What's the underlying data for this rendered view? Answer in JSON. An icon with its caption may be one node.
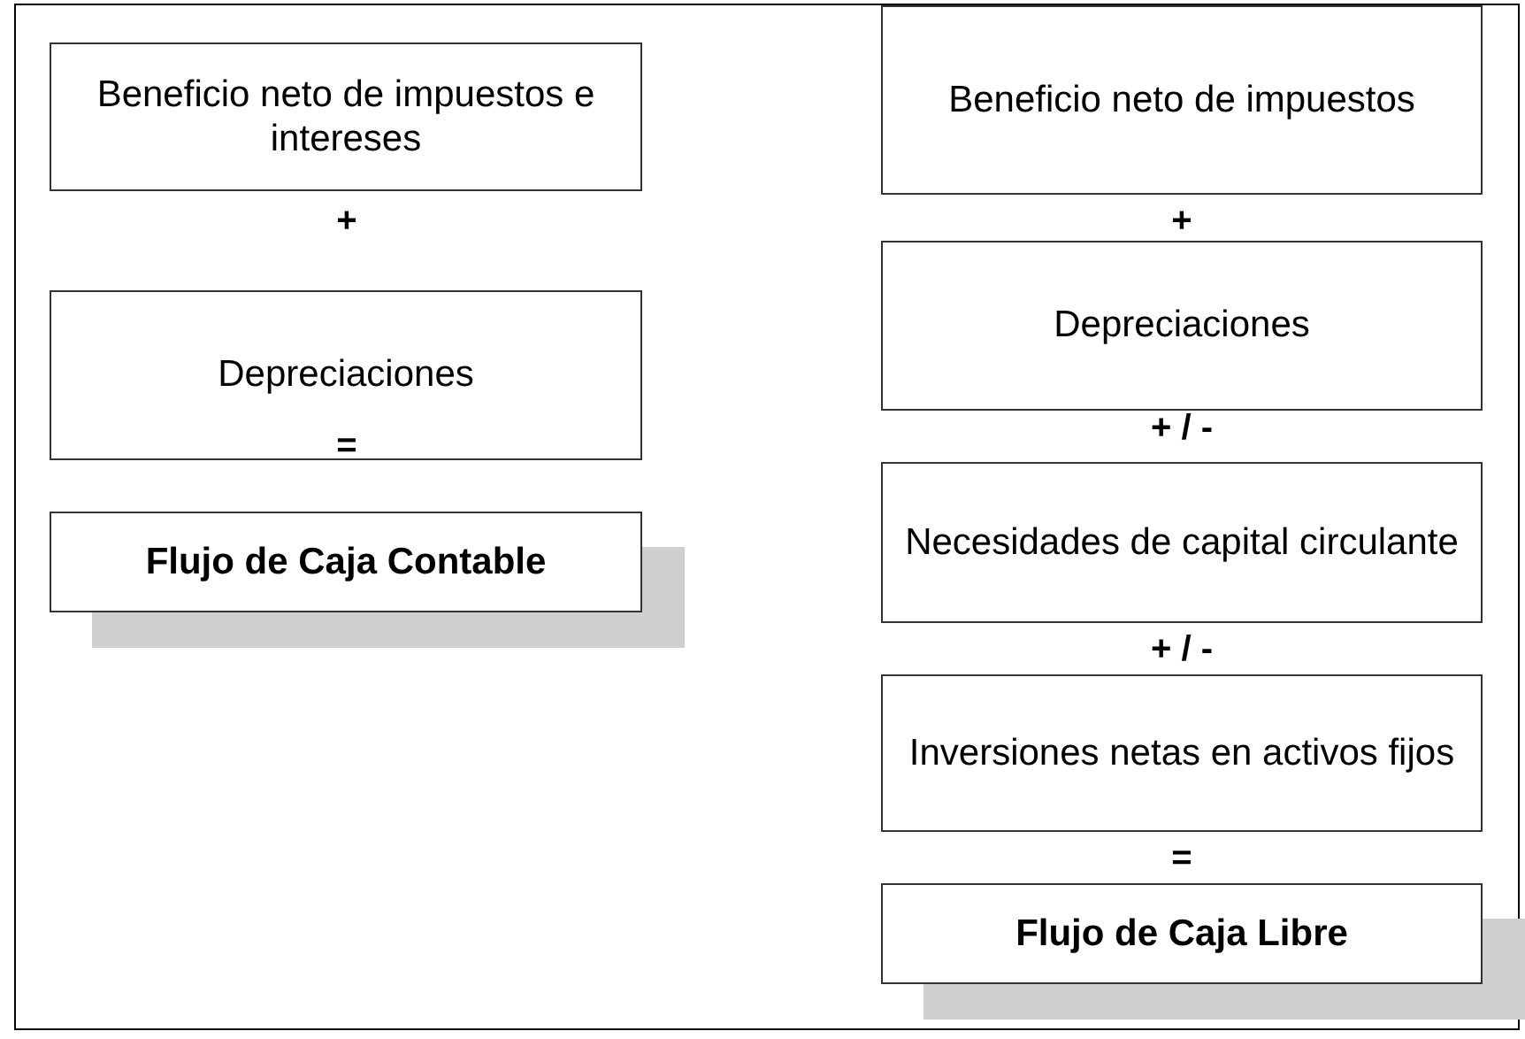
{
  "diagram": {
    "nodes": [
      {
        "text": [
          "Beneficio neto de impuestos e intereses"
        ]
      },
      {
        "text": [
          "Depreciaciones"
        ]
      },
      {
        "text": [
          "Flujo de Caja Contable"
        ]
      },
      {
        "text": [
          "Beneficio neto de impuestos"
        ]
      },
      {
        "text": [
          "Depreciaciones"
        ]
      },
      {
        "text": [
          "Necesidades de capital circulante"
        ]
      },
      {
        "text": [
          "Inversiones netas en activos fijos"
        ]
      },
      {
        "text": [
          "Flujo de Caja Libre"
        ]
      }
    ],
    "edges": [],
    "labels": [
      "+",
      "+",
      "+ / -",
      "=",
      "+ / -",
      "="
    ]
  }
}
